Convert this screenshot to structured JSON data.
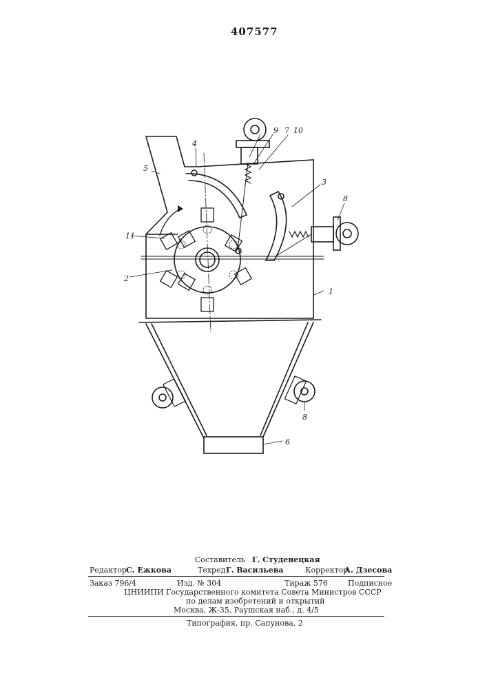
{
  "document": {
    "patent_number": "407577",
    "figure_labels": {
      "l1": "1",
      "l2": "2",
      "l3": "3",
      "l4": "4",
      "l5": "5",
      "l6": "6",
      "l7": "7",
      "l8a": "8",
      "l8b": "8",
      "l9": "9",
      "l10": "10",
      "l11": "11"
    },
    "colophon": {
      "compiler_role": "Составитель",
      "compiler_name": "Г. Студенецкая",
      "editor_role": "Редактор",
      "editor_name": "С. Ежкова",
      "techred_role": "Техред",
      "techred_name": "Г. Васильева",
      "corrector_role": "Корректор",
      "corrector_name": "А. Дзесова",
      "order": "Заказ 796/4",
      "edition": "Изд. № 304",
      "print_run": "Тираж 576",
      "subscription": "Подписное",
      "org_line1": "ЦНИИПИ Государственного комитета Совета Министров СССР",
      "org_line2": "по делам изобретений и открытий",
      "address": "Москва, Ж-35, Раушская наб., д. 4/5",
      "printer": "Типография, пр. Сапунова, 2"
    }
  }
}
